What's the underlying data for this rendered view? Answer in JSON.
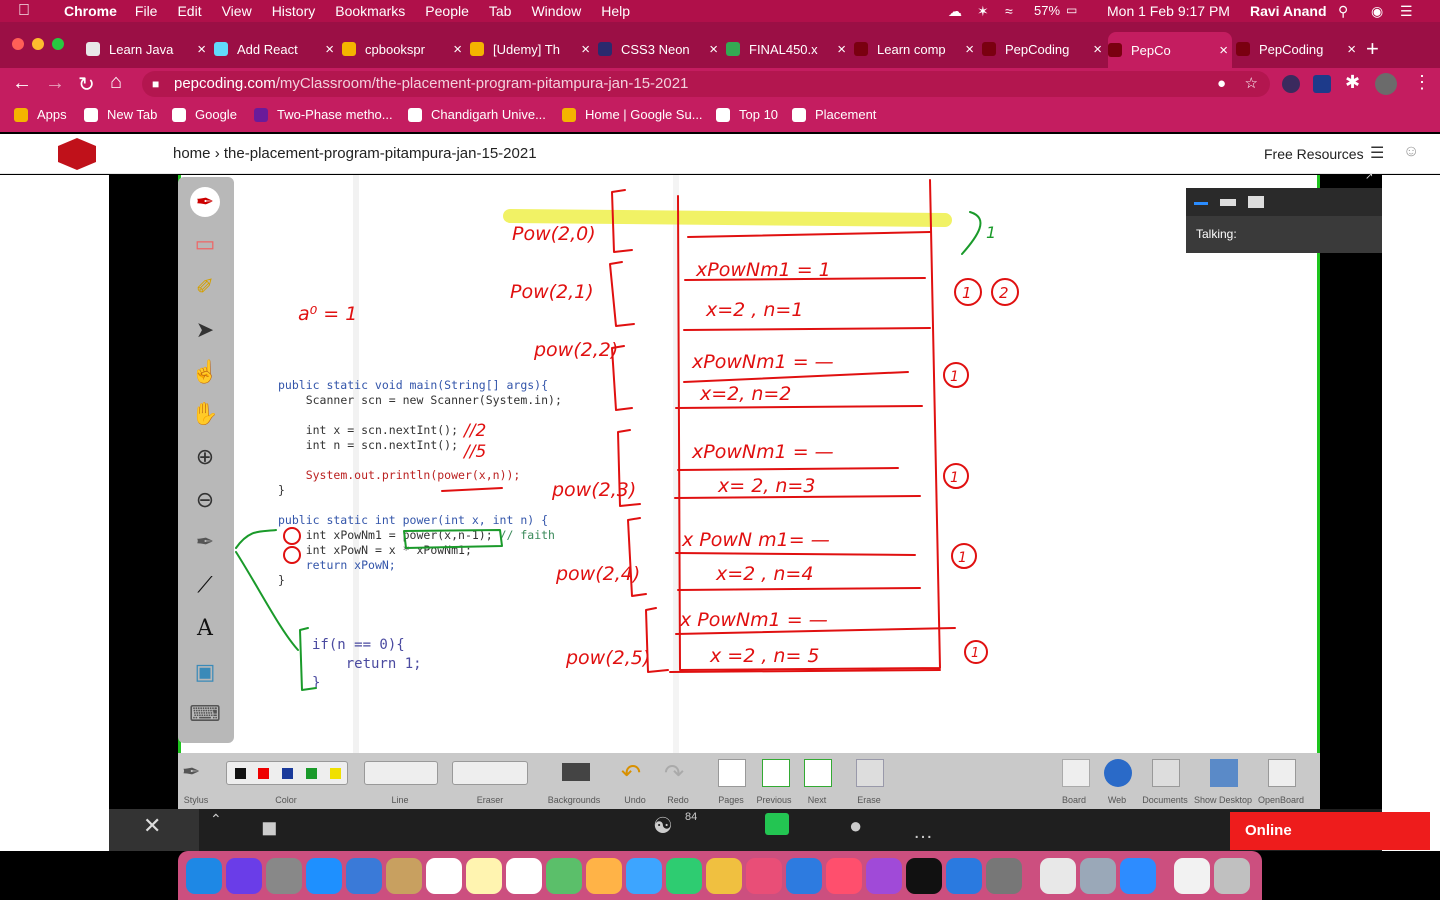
{
  "menubar": {
    "app": "Chrome",
    "items": [
      "File",
      "Edit",
      "View",
      "History",
      "Bookmarks",
      "People",
      "Tab",
      "Window",
      "Help"
    ],
    "battery": "57%",
    "datetime": "Mon 1 Feb  9:17 PM",
    "user": "Ravi Anand"
  },
  "tabs": [
    {
      "label": "Learn Java",
      "color": "#e8e8e8"
    },
    {
      "label": "Add React",
      "color": "#61dafb"
    },
    {
      "label": "cpbookspr",
      "color": "#f4b400"
    },
    {
      "label": "[Udemy] Th",
      "color": "#f4b400"
    },
    {
      "label": "CSS3 Neon",
      "color": "#2a2a6e"
    },
    {
      "label": "FINAL450.x",
      "color": "#34a853"
    },
    {
      "label": "Learn comp",
      "color": "#7a0010"
    },
    {
      "label": "PepCoding",
      "color": "#7a0010"
    },
    {
      "label": "PepCo",
      "color": "#7a0010"
    },
    {
      "label": "PepCoding",
      "color": "#7a0010"
    }
  ],
  "address": {
    "domain": "pepcoding.com",
    "path": "/myClassroom/the-placement-program-pitampura-jan-15-2021"
  },
  "bookmarks": [
    {
      "label": "Apps",
      "color": "#f4b400"
    },
    {
      "label": "New Tab",
      "color": "#ffffff"
    },
    {
      "label": "Google",
      "color": "#ffffff"
    },
    {
      "label": "Two-Phase metho...",
      "color": "#6a1b9a"
    },
    {
      "label": "Chandigarh Unive...",
      "color": "#ffffff"
    },
    {
      "label": "Home | Google Su...",
      "color": "#f4b400"
    },
    {
      "label": "Top 10",
      "color": "#ffffff"
    },
    {
      "label": "Placement",
      "color": "#ffffff"
    }
  ],
  "site": {
    "home": "home",
    "classroom": "the-placement-program-pitampura-jan-15-2021",
    "free_resources": "Free Resources"
  },
  "code": {
    "main_sig": "public static void main(String[] args){",
    "scanner": "Scanner scn = new Scanner(System.in);",
    "read_x": "int x = scn.nextInt();",
    "read_n": "int n = scn.nextInt();",
    "print": "System.out.println(power(x,n));",
    "close1": "}",
    "power_sig": "public static int power(int x, int n) {",
    "line1": "int xPowNm1 = power(x,n-1);",
    "comment": "// faith",
    "line2": "int xPowN = x * xPowNm1;",
    "ret": "return xPowN;",
    "close2": "}",
    "base_if": "if(n == 0){",
    "base_ret": "return 1;",
    "base_close": "}"
  },
  "annotations": {
    "a0": "a⁰ = 1",
    "cmt_x": "//2",
    "cmt_n": "//5",
    "label_20": "Pow(2,0)",
    "label_21": "Pow(2,1)",
    "label_22": "pow(2,2)",
    "label_23": "pow(2,3)",
    "label_24": "pow(2,4)",
    "label_25": "pow(2,5)",
    "f1_top": "xPowNm1 = 1",
    "f1_bot": "x=2 , n=1",
    "f2_top": "xPowNm1 = —",
    "f2_bot": "x=2,  n=2",
    "f3_top": "xPowNm1 = —",
    "f3_bot": "x= 2, n=3",
    "f4_top": "x PowN m1= —",
    "f4_bot": "x=2 ,  n=4",
    "f5_top": "x PowNm1 = —",
    "f5_bot": "x =2  ,  n= 5",
    "ret1": "1",
    "c1": "1",
    "c2": "2"
  },
  "bottom_tools": [
    "Stylus",
    "Color",
    "Line",
    "Eraser",
    "Backgrounds",
    "Undo",
    "Redo",
    "Pages",
    "Previous",
    "Next",
    "Erase",
    "Board",
    "Web",
    "Documents",
    "Show Desktop",
    "OpenBoard"
  ],
  "zoom": {
    "talking": "Talking:",
    "participants": "84",
    "status": "Online"
  }
}
